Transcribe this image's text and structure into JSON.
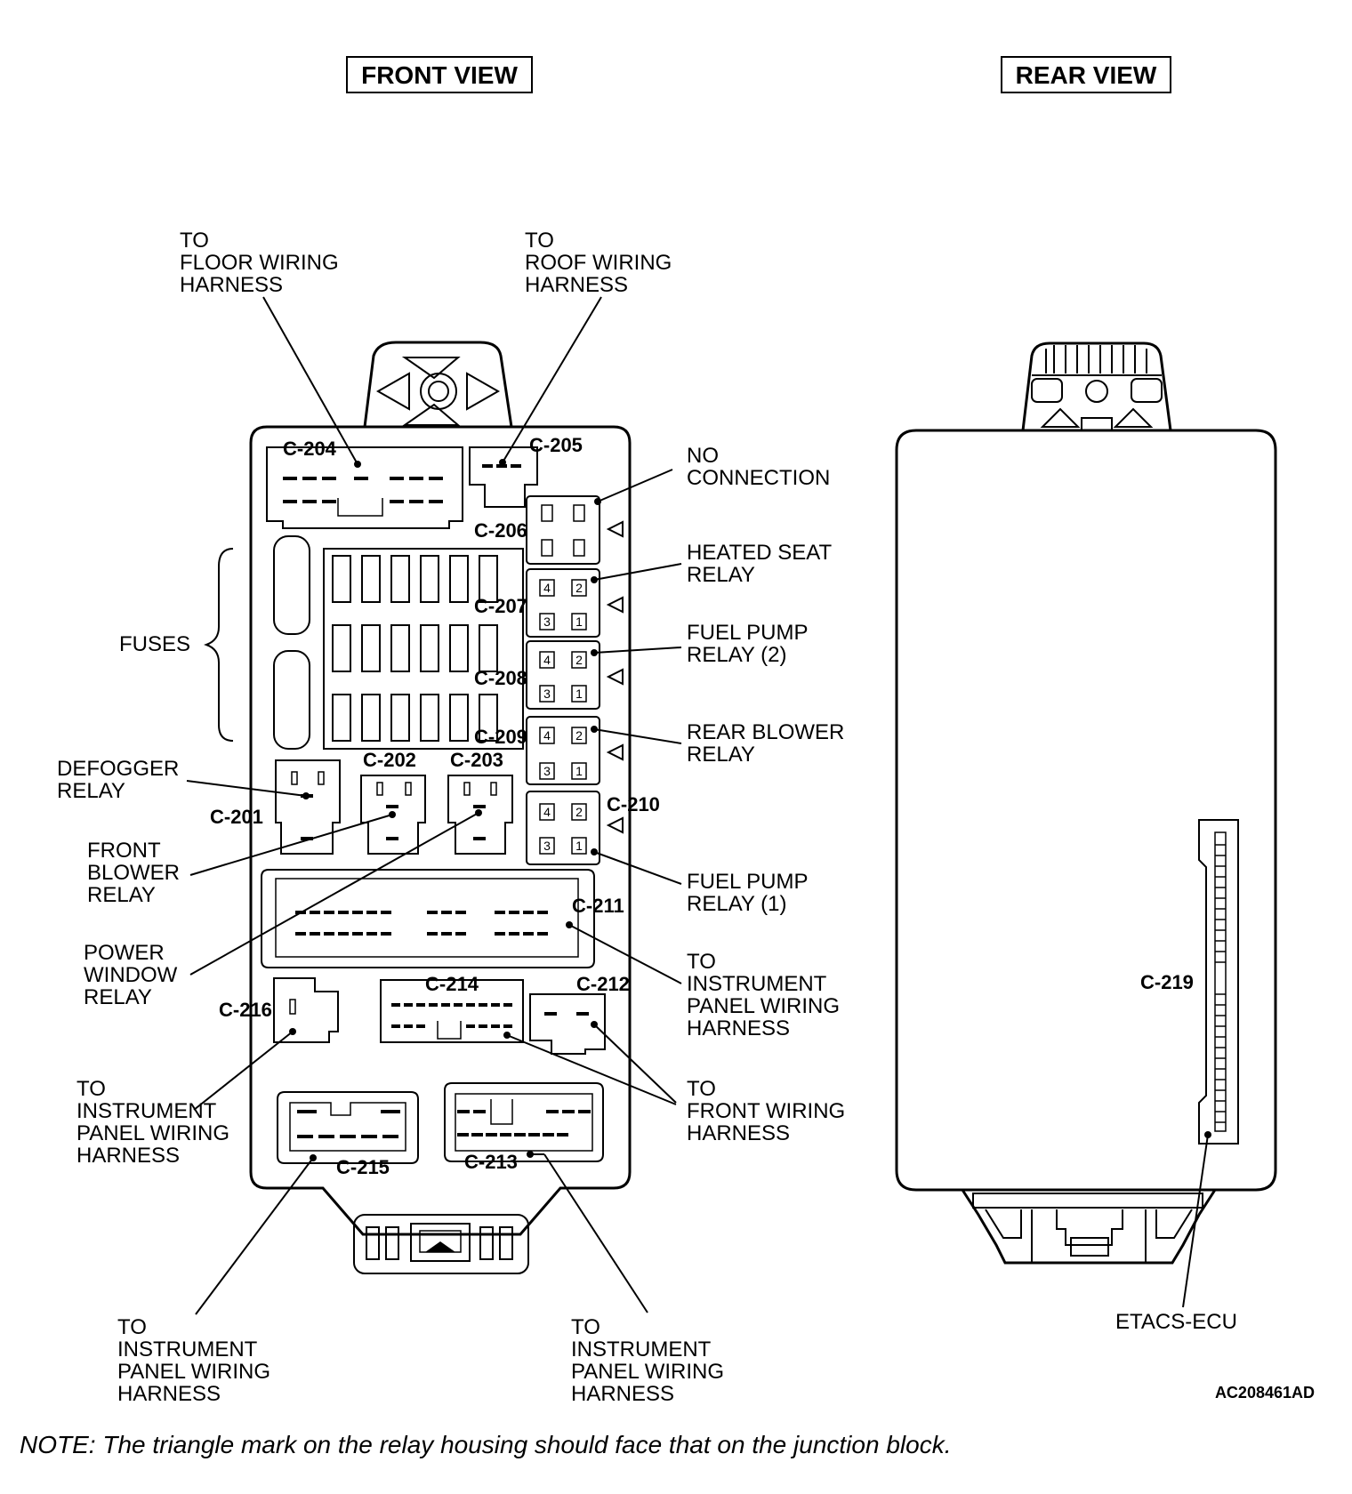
{
  "views": {
    "front": "FRONT VIEW",
    "rear": "REAR VIEW"
  },
  "connectors": {
    "c201": "C-201",
    "c202": "C-202",
    "c203": "C-203",
    "c204": "C-204",
    "c205": "C-205",
    "c206": "C-206",
    "c207": "C-207",
    "c208": "C-208",
    "c209": "C-209",
    "c210": "C-210",
    "c211": "C-211",
    "c212": "C-212",
    "c213": "C-213",
    "c214": "C-214",
    "c215": "C-215",
    "c216": "C-216",
    "c219": "C-219"
  },
  "pin_numbers": {
    "p4": "4",
    "p2": "2",
    "p3": "3",
    "p1": "1"
  },
  "callouts": {
    "floor_harness": [
      "TO",
      "FLOOR WIRING",
      "HARNESS"
    ],
    "roof_harness": [
      "TO",
      "ROOF WIRING",
      "HARNESS"
    ],
    "no_connection": [
      "NO",
      "CONNECTION"
    ],
    "heated_seat": [
      "HEATED SEAT",
      "RELAY"
    ],
    "fuel_pump_2": [
      "FUEL PUMP",
      "RELAY (2)"
    ],
    "rear_blower": [
      "REAR BLOWER",
      "RELAY"
    ],
    "fuel_pump_1": [
      "FUEL PUMP",
      "RELAY (1)"
    ],
    "ip_harness_right": [
      "TO",
      "INSTRUMENT",
      "PANEL WIRING",
      "HARNESS"
    ],
    "front_harness": [
      "TO",
      "FRONT WIRING",
      "HARNESS"
    ],
    "fuses": "FUSES",
    "defogger": [
      "DEFOGGER",
      "RELAY"
    ],
    "front_blower": [
      "FRONT",
      "BLOWER",
      "RELAY"
    ],
    "power_window": [
      "POWER",
      "WINDOW",
      "RELAY"
    ],
    "ip_harness_left": [
      "TO",
      "INSTRUMENT",
      "PANEL WIRING",
      "HARNESS"
    ],
    "ip_harness_bottom_left": [
      "TO",
      "INSTRUMENT",
      "PANEL WIRING",
      "HARNESS"
    ],
    "ip_harness_bottom_right": [
      "TO",
      "INSTRUMENT",
      "PANEL WIRING",
      "HARNESS"
    ],
    "etacs": "ETACS-ECU"
  },
  "figure_code": "AC208461AD",
  "note": "NOTE: The triangle mark on the relay housing should face that on the junction block."
}
